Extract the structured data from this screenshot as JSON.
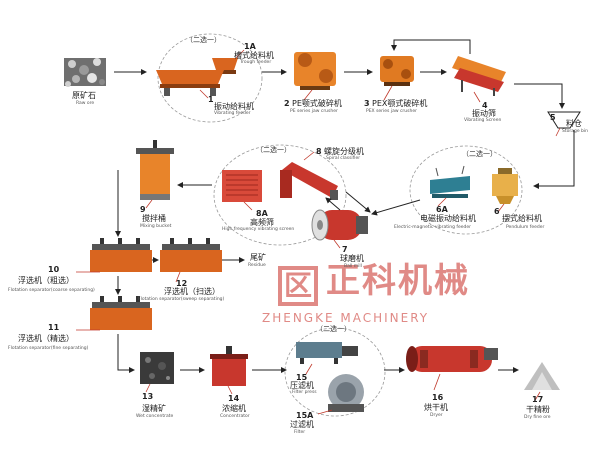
{
  "watermark": {
    "logo_glyph": "区",
    "brand_cn": "正科机械",
    "brand_en": "ZHENGKE MACHINERY"
  },
  "colors": {
    "feed_orange": "#d9651f",
    "crusher_orange": "#e8842a",
    "machine_red": "#c8372d",
    "screen_red": "#d94a3a",
    "teal": "#2e7f93",
    "steel_gray": "#9aa3ab",
    "dark_ore": "#3a3a3a",
    "arrow": "#222222",
    "leader_red": "#c0392b",
    "watermark_red": "#e08a86"
  },
  "nodes": {
    "raw_ore": {
      "cn": "原矿石",
      "en": "Raw ore"
    },
    "trough_feeder": {
      "num": "1A",
      "cn": "槽式给料机",
      "en": "Trough feeder"
    },
    "vibrating_feeder": {
      "num": "1",
      "cn": "振动给料机",
      "en": "Vibrating feeder"
    },
    "feeder_choice": "（二选一）",
    "pe_crusher": {
      "num": "2",
      "cn": "PE颚式破碎机",
      "en": "PE series jaw crusher"
    },
    "pex_crusher": {
      "num": "3",
      "cn": "PEX颚式破碎机",
      "en": "PEX series jaw crusher"
    },
    "vibrating_screen": {
      "num": "4",
      "cn": "振动筛",
      "en": "Vibrating Screen"
    },
    "storage_bin": {
      "num": "5",
      "cn": "料仓",
      "en": "Storage bin"
    },
    "em_feeder": {
      "num": "6A",
      "cn": "电磁振动给料机",
      "en": "Electric-magnetic vibrating feeder"
    },
    "pendulum_feeder": {
      "num": "6",
      "cn": "摆式给料机",
      "en": "Pendulum feeder"
    },
    "right_choice": "（二选一）",
    "ball_mill": {
      "num": "7",
      "cn": "球磨机",
      "en": "Ball mill"
    },
    "spiral_classifier": {
      "num": "8",
      "cn": "螺旋分级机",
      "en": "Spiral classifier"
    },
    "hf_screen": {
      "num": "8A",
      "cn": "高频筛",
      "en": "High frequency vibrating screen"
    },
    "mid_choice": "（二选一）",
    "mixing_bucket": {
      "num": "9",
      "cn": "搅拌桶",
      "en": "Mixing bucket"
    },
    "rough_flotation": {
      "num": "10",
      "cn": "浮选机（粗选）",
      "en": "Flotation separator(coarse separating)"
    },
    "sweep_flotation": {
      "num": "12",
      "cn": "浮选机（扫选）",
      "en": "Flotation separator(sweep separating)"
    },
    "residue": {
      "cn": "尾矿",
      "en": "Residue"
    },
    "fine_flotation": {
      "num": "11",
      "cn": "浮选机（精选）",
      "en": "Flotation separator(fine separating)"
    },
    "wet_concentrate": {
      "num": "13",
      "cn": "湿精矿",
      "en": "Wet concentrate"
    },
    "concentrator": {
      "num": "14",
      "cn": "浓缩机",
      "en": "Concentrator"
    },
    "filter_press": {
      "num": "15",
      "cn": "压滤机",
      "en": "Filter press"
    },
    "filter": {
      "num": "15A",
      "cn": "过滤机",
      "en": "Filter"
    },
    "filter_choice": "（二选一）",
    "dryer": {
      "num": "16",
      "cn": "烘干机",
      "en": "Dryer"
    },
    "dry_fine_ore": {
      "num": "17",
      "cn": "干精粉",
      "en": "Dry fine ore"
    }
  }
}
